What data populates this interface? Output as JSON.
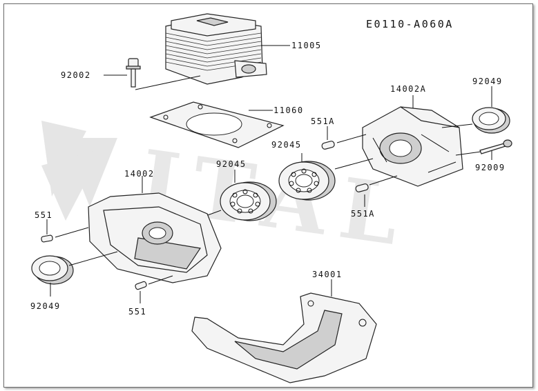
{
  "diagram_code": "E0110-A060A",
  "watermark_text": "ITAL",
  "part_labels": {
    "cylinder": "11005",
    "cylinder_bolt": "92002",
    "gasket": "11060",
    "crankcase_a": "14002A",
    "seal_top_right": "92049",
    "pin_top": "551A",
    "bearing_upper": "92045",
    "bearing_lower": "92045",
    "screw_right": "92009",
    "pin_mid": "551A",
    "crankcase_b": "14002",
    "pin_left": "551",
    "seal_left": "92049",
    "pin_bottom": "551",
    "engine_mount": "34001"
  },
  "colors": {
    "line": "#111111",
    "part_fill": "#f4f4f4",
    "shade": "#cfcfcf",
    "watermark": "#e3e3e3",
    "watermark_red": "#e9b9b9"
  }
}
